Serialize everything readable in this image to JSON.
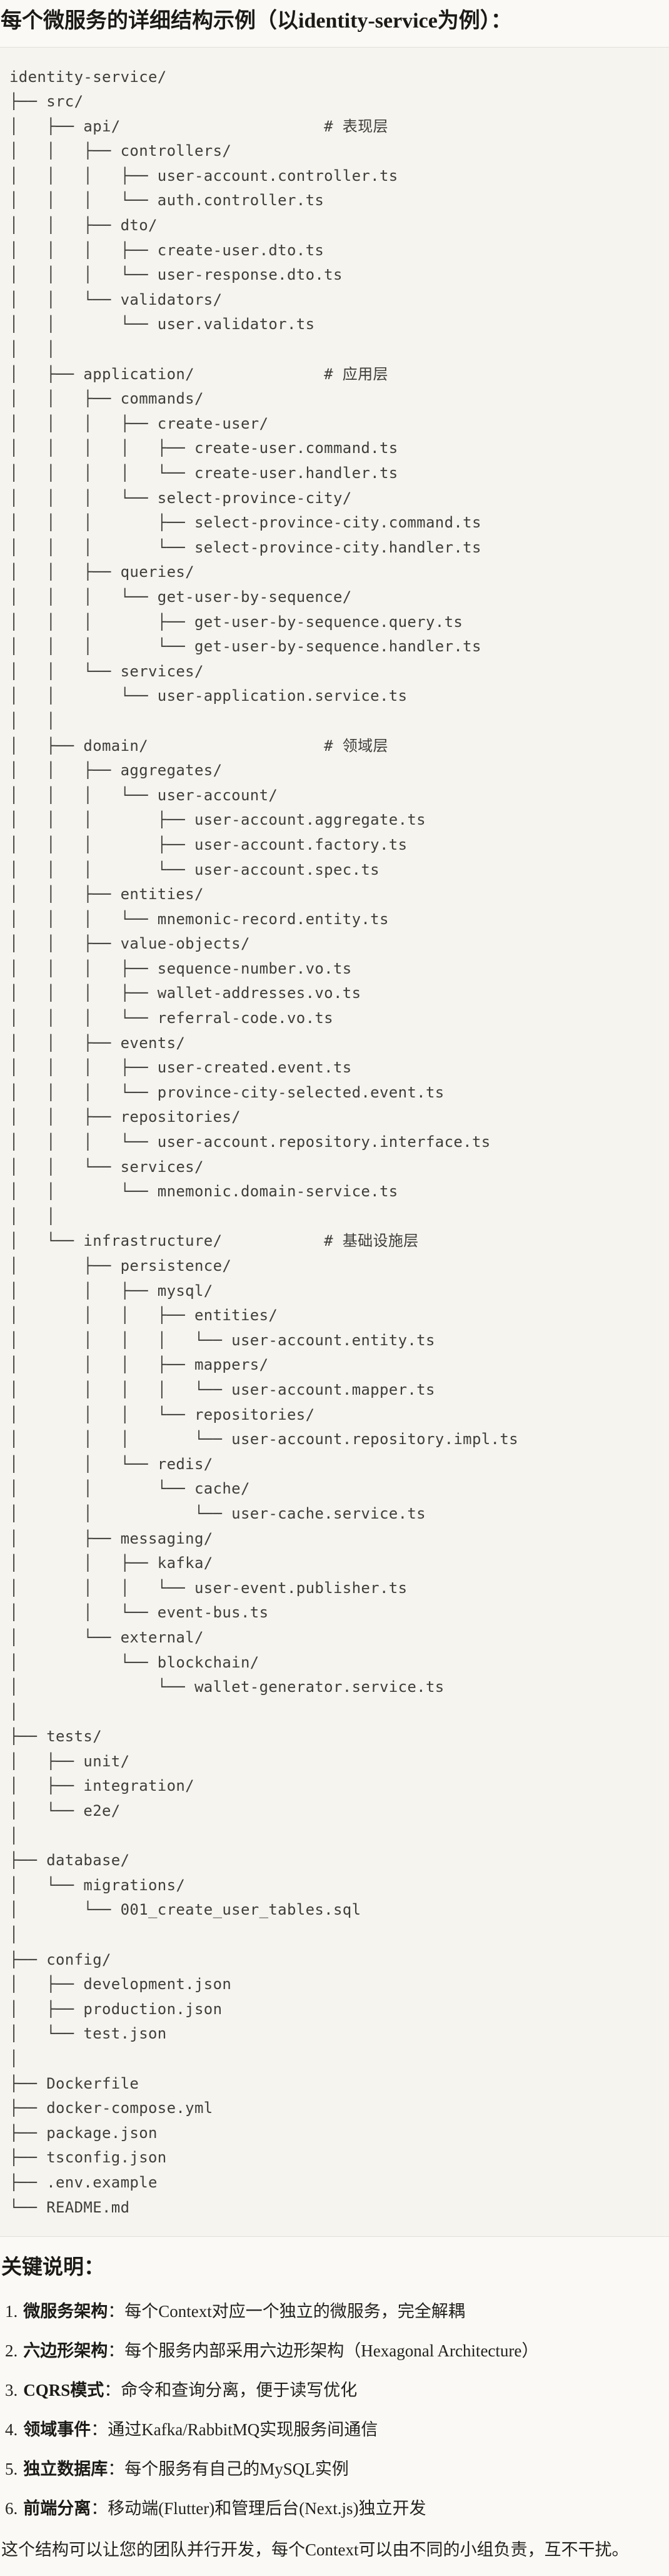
{
  "page": {
    "title": "每个微服务的详细结构示例（以identity-service为例）："
  },
  "code_block": {
    "language": "directory-tree",
    "tree_lines": [
      "identity-service/",
      "├── src/",
      "│   ├── api/                      # 表现层",
      "│   │   ├── controllers/",
      "│   │   │   ├── user-account.controller.ts",
      "│   │   │   └── auth.controller.ts",
      "│   │   ├── dto/",
      "│   │   │   ├── create-user.dto.ts",
      "│   │   │   └── user-response.dto.ts",
      "│   │   └── validators/",
      "│   │       └── user.validator.ts",
      "│   │",
      "│   ├── application/              # 应用层",
      "│   │   ├── commands/",
      "│   │   │   ├── create-user/",
      "│   │   │   │   ├── create-user.command.ts",
      "│   │   │   │   └── create-user.handler.ts",
      "│   │   │   └── select-province-city/",
      "│   │   │       ├── select-province-city.command.ts",
      "│   │   │       └── select-province-city.handler.ts",
      "│   │   ├── queries/",
      "│   │   │   └── get-user-by-sequence/",
      "│   │   │       ├── get-user-by-sequence.query.ts",
      "│   │   │       └── get-user-by-sequence.handler.ts",
      "│   │   └── services/",
      "│   │       └── user-application.service.ts",
      "│   │",
      "│   ├── domain/                   # 领域层",
      "│   │   ├── aggregates/",
      "│   │   │   └── user-account/",
      "│   │   │       ├── user-account.aggregate.ts",
      "│   │   │       ├── user-account.factory.ts",
      "│   │   │       └── user-account.spec.ts",
      "│   │   ├── entities/",
      "│   │   │   └── mnemonic-record.entity.ts",
      "│   │   ├── value-objects/",
      "│   │   │   ├── sequence-number.vo.ts",
      "│   │   │   ├── wallet-addresses.vo.ts",
      "│   │   │   └── referral-code.vo.ts",
      "│   │   ├── events/",
      "│   │   │   ├── user-created.event.ts",
      "│   │   │   └── province-city-selected.event.ts",
      "│   │   ├── repositories/",
      "│   │   │   └── user-account.repository.interface.ts",
      "│   │   └── services/",
      "│   │       └── mnemonic.domain-service.ts",
      "│   │",
      "│   └── infrastructure/           # 基础设施层",
      "│       ├── persistence/",
      "│       │   ├── mysql/",
      "│       │   │   ├── entities/",
      "│       │   │   │   └── user-account.entity.ts",
      "│       │   │   ├── mappers/",
      "│       │   │   │   └── user-account.mapper.ts",
      "│       │   │   └── repositories/",
      "│       │   │       └── user-account.repository.impl.ts",
      "│       │   └── redis/",
      "│       │       └── cache/",
      "│       │           └── user-cache.service.ts",
      "│       ├── messaging/",
      "│       │   ├── kafka/",
      "│       │   │   └── user-event.publisher.ts",
      "│       │   └── event-bus.ts",
      "│       └── external/",
      "│           └── blockchain/",
      "│               └── wallet-generator.service.ts",
      "│",
      "├── tests/",
      "│   ├── unit/",
      "│   ├── integration/",
      "│   └── e2e/",
      "│",
      "├── database/",
      "│   └── migrations/",
      "│       └── 001_create_user_tables.sql",
      "│",
      "├── config/",
      "│   ├── development.json",
      "│   ├── production.json",
      "│   └── test.json",
      "│",
      "├── Dockerfile",
      "├── docker-compose.yml",
      "├── package.json",
      "├── tsconfig.json",
      "├── .env.example",
      "└── README.md"
    ]
  },
  "notes": {
    "heading": "关键说明：",
    "items": [
      {
        "num": "1.",
        "term": "微服务架构",
        "sep": "：",
        "text": "每个Context对应一个独立的微服务，完全解耦"
      },
      {
        "num": "2.",
        "term": "六边形架构",
        "sep": "：",
        "text": "每个服务内部采用六边形架构（Hexagonal Architecture）"
      },
      {
        "num": "3.",
        "term": "CQRS模式",
        "sep": "：",
        "text": "命令和查询分离，便于读写优化"
      },
      {
        "num": "4.",
        "term": "领域事件",
        "sep": "：",
        "text": "通过Kafka/RabbitMQ实现服务间通信"
      },
      {
        "num": "5.",
        "term": "独立数据库",
        "sep": "：",
        "text": "每个服务有自己的MySQL实例"
      },
      {
        "num": "6.",
        "term": "前端分离",
        "sep": "：",
        "text": "移动端(Flutter)和管理后台(Next.js)独立开发"
      }
    ],
    "footer": "这个结构可以让您的团队并行开发，每个Context可以由不同的小组负责，互不干扰。"
  },
  "colors": {
    "page_bg": "#faf9f5",
    "panel_bg": "#f5f4ef",
    "panel_border": "#e2e0d9",
    "title_text": "#1b1a16",
    "tree_text": "#3f3e3a",
    "body_text": "#23221e"
  }
}
